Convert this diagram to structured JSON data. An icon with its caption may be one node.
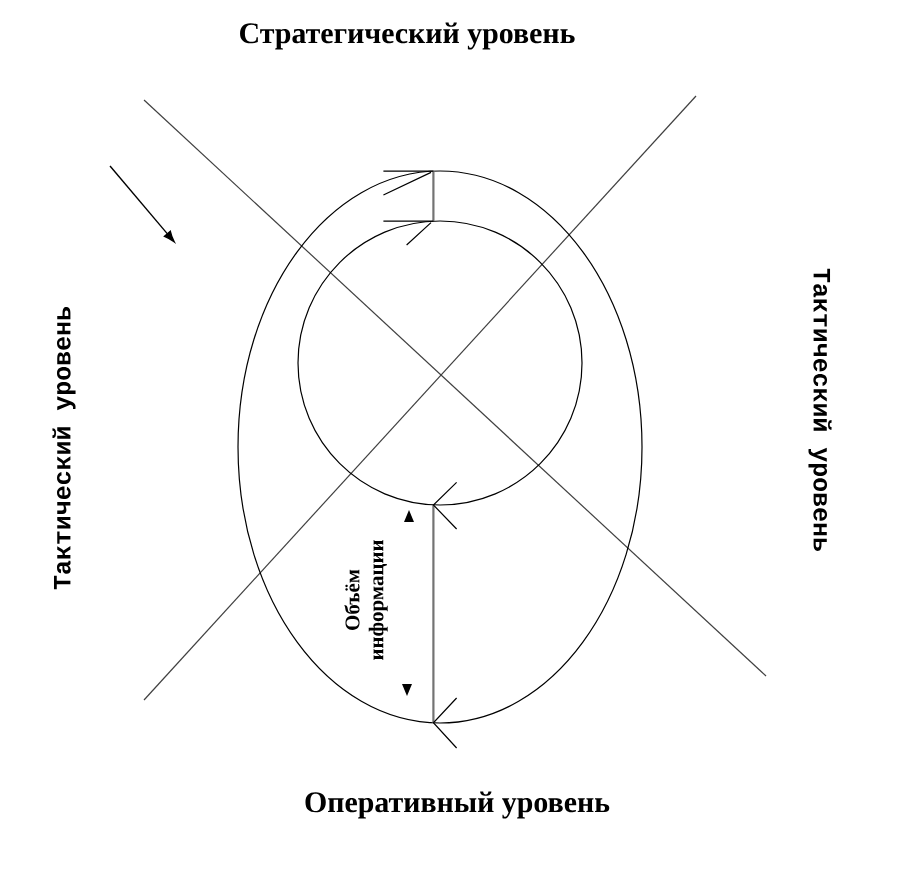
{
  "diagram": {
    "nodes": [
      {
        "text": [],
        "shape": "ellipse"
      },
      {
        "text": [],
        "shape": "circle",
        "in": 0
      }
    ],
    "labels": [
      "Стратегический уровень",
      "Тактический уровень",
      "Тактический уровень",
      "Объём информации",
      "Оперативный уровень"
    ]
  }
}
